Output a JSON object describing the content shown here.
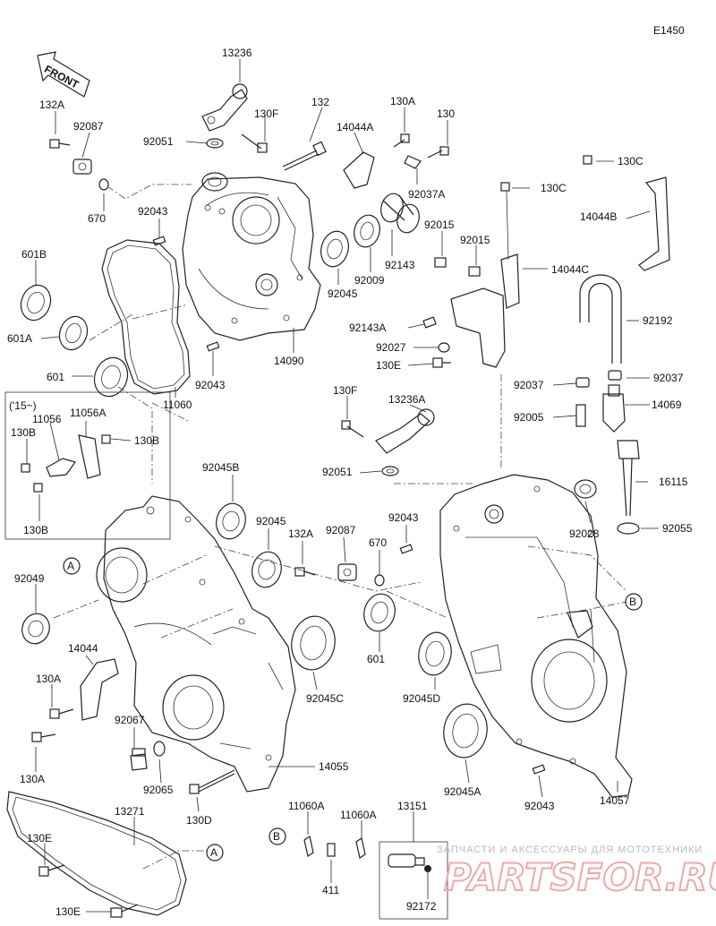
{
  "diagram_code": "E1450",
  "front_label": "FRONT",
  "note_variant": "('15~)",
  "callouts": [
    "A",
    "A",
    "B",
    "B"
  ],
  "parts": [
    "13236",
    "132A",
    "92087",
    "130F",
    "132",
    "14044A",
    "130A",
    "130",
    "92051",
    "130C",
    "130C",
    "14044B",
    "670",
    "92043",
    "92037A",
    "92015",
    "92015",
    "92143",
    "92009",
    "14044C",
    "601B",
    "92045",
    "92192",
    "601A",
    "92143A",
    "92027",
    "14090",
    "92037",
    "130E",
    "92037",
    "601",
    "92043",
    "11060",
    "130F",
    "14069",
    "13236A",
    "92005",
    "11056",
    "11056A",
    "130B",
    "130B",
    "130B",
    "92045B",
    "92051",
    "16115",
    "92043",
    "92045",
    "132A",
    "92087",
    "670",
    "92028",
    "92055",
    "92049",
    "14044",
    "601",
    "130A",
    "92045C",
    "92045D",
    "92067",
    "130A",
    "92065",
    "14055",
    "92045A",
    "92043",
    "14057",
    "130D",
    "11060A",
    "11060A",
    "13151",
    "13271",
    "130E",
    "411",
    "130E",
    "92172"
  ],
  "watermark": {
    "top": "ЗАПЧАСТИ И АКСЕССУАРЫ ДЛЯ МОТОТЕХНИКИ",
    "brand": "PARTSFOR.RU"
  }
}
